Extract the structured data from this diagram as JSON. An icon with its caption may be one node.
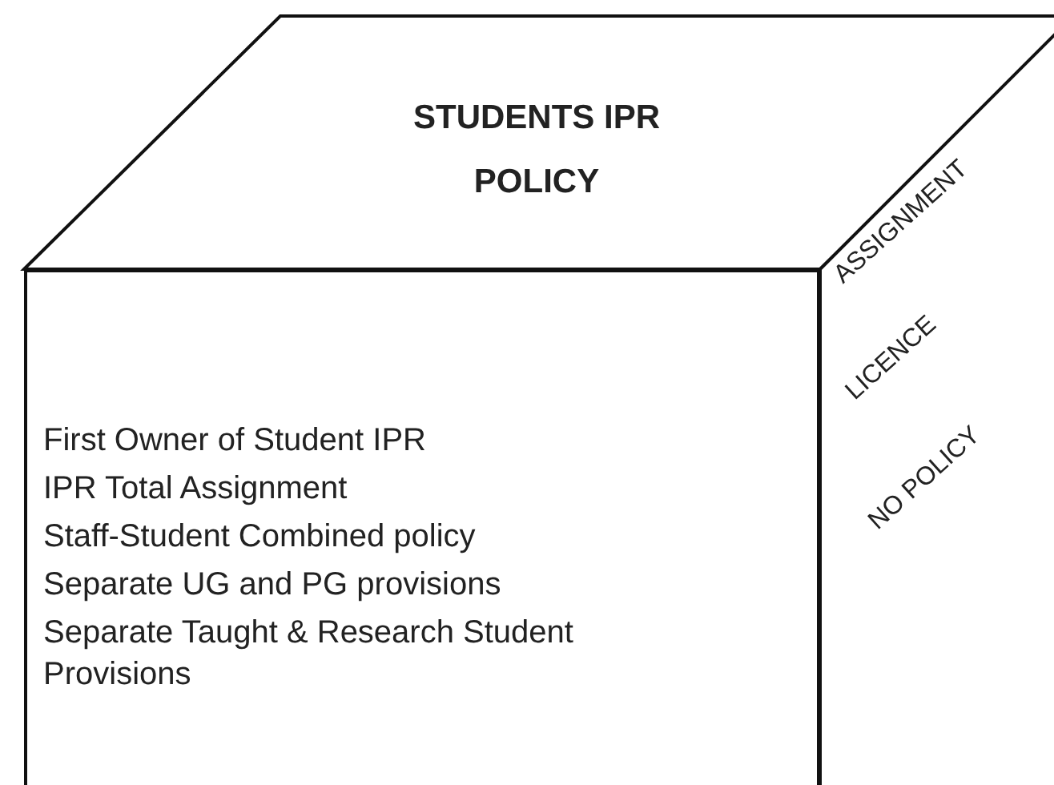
{
  "diagram": {
    "nodes": [
      {
        "text": [
          "STUDENTS IPR POLICY"
        ]
      },
      {
        "text": [
          "First Owner of Student IPR",
          "IPR Total Assignment",
          "Staff-Student Combined policy",
          "Separate UG and PG provisions",
          "Separate Taught & Research Student Provisions"
        ]
      },
      {
        "text": [
          "ASSIGNMENT",
          "LICENCE",
          "NO POLICY"
        ]
      }
    ]
  }
}
